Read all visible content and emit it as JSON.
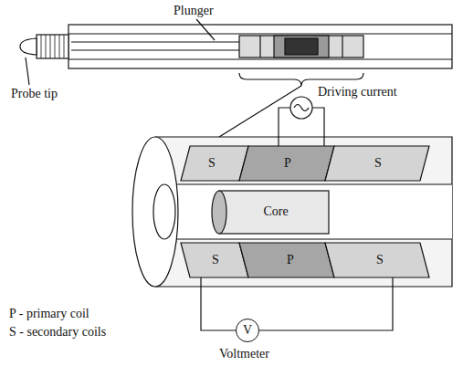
{
  "diagram": {
    "nodes": [
      {
        "text": [
          "V"
        ]
      }
    ],
    "labels": [
      "Plunger",
      "Probe tip",
      "Driving current",
      "S",
      "P",
      "S",
      "Core",
      "S",
      "P",
      "S",
      "P - primary coil",
      "S - secondary coils",
      "Voltmeter"
    ]
  }
}
